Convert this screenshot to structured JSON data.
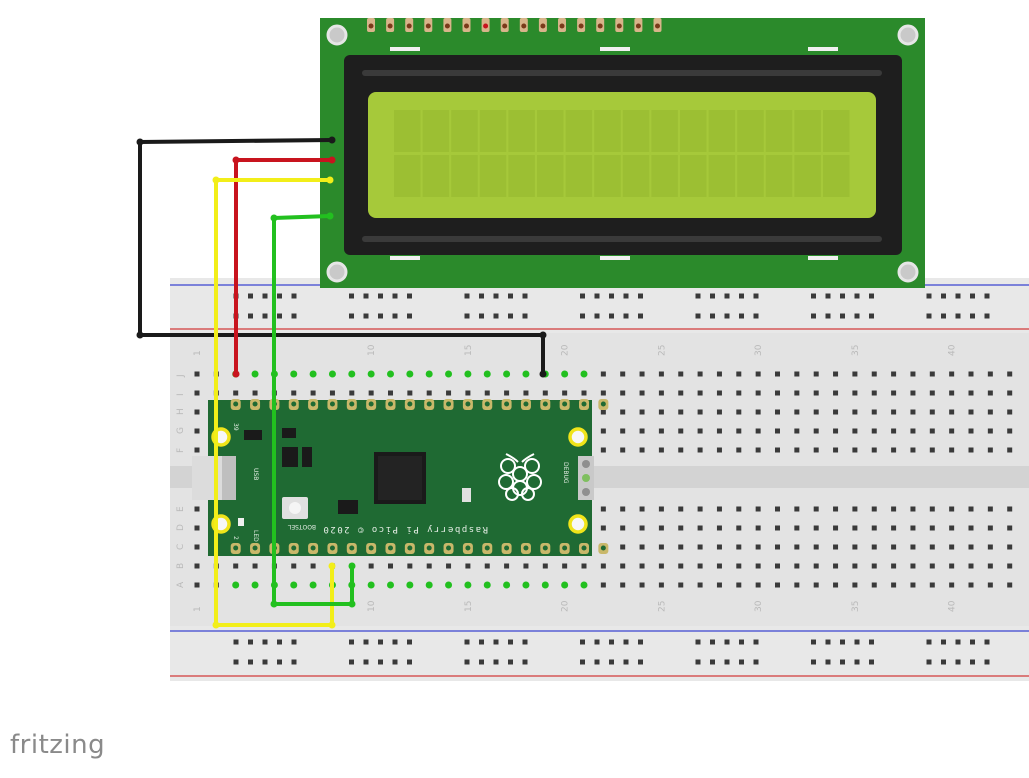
{
  "logo": {
    "text": "fritzing"
  },
  "breadboard": {
    "column_numbers": [
      "1",
      "10",
      "15",
      "20",
      "25",
      "30",
      "35",
      "40"
    ],
    "row_letters_top": [
      "J",
      "I",
      "H",
      "G",
      "F"
    ],
    "row_letters_bottom": [
      "E",
      "D",
      "C",
      "B",
      "A"
    ]
  },
  "pico": {
    "label": "Raspberry Pi Pico © 2020",
    "usb_label": "USB",
    "bootsel_label": "BOOTSEL",
    "led_label": "LED",
    "debug_label": "DEBUG",
    "pin_label": "39",
    "pin_label_2": "2"
  },
  "lcd": {
    "columns": 16,
    "rows": 2
  },
  "wire_colors": {
    "black": "#1a1a1a",
    "red": "#c8141e",
    "yellow": "#f2ee19",
    "green": "#22c01f"
  },
  "colors": {
    "lcd_pcb": "#2b8a2b",
    "lcd_screen": "#a6c93a",
    "pico_pcb": "#1f6a33",
    "breadboard": "#e6e6e6"
  }
}
